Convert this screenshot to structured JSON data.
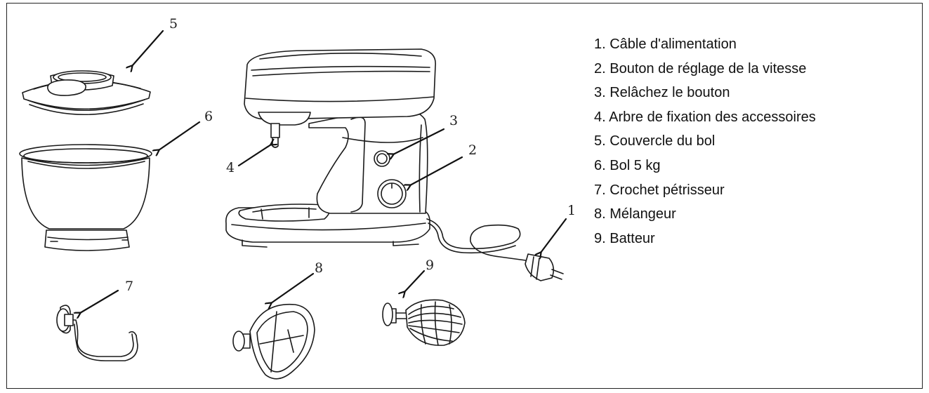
{
  "callouts": {
    "c1": "1",
    "c2": "2",
    "c3": "3",
    "c4": "4",
    "c5": "5",
    "c6": "6",
    "c7": "7",
    "c8": "8",
    "c9": "9"
  },
  "legend": [
    "1. Câble d'alimentation",
    "2. Bouton de réglage de la vitesse",
    "3. Relâchez le bouton",
    "4. Arbre de fixation des accessoires",
    "5. Couvercle du bol",
    "6. Bol 5 kg",
    "7. Crochet pétrisseur",
    "8. Mélangeur",
    "9. Batteur"
  ]
}
